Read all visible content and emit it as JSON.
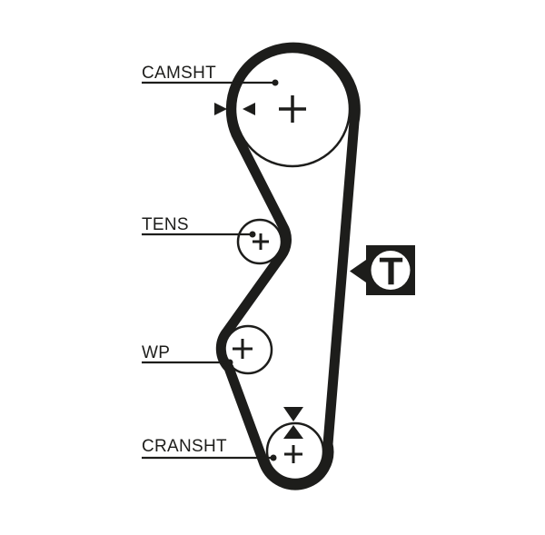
{
  "diagram": {
    "colors": {
      "ink": "#1d1d1b",
      "background": "#ffffff"
    },
    "pulleys": [
      {
        "id": "camshaft",
        "label": "CAMSHT",
        "center_mark": "+"
      },
      {
        "id": "tensioner",
        "label": "TENS",
        "center_mark": "+"
      },
      {
        "id": "water-pump",
        "label": "WP",
        "center_mark": "+"
      },
      {
        "id": "crankshaft",
        "label": "CRANSHT",
        "center_mark": "+"
      }
    ],
    "timing_marker": {
      "label": "T"
    }
  }
}
